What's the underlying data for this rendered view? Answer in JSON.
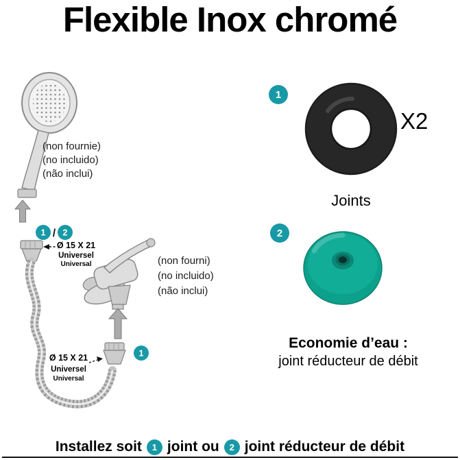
{
  "title": "Flexible Inox chromé",
  "colors": {
    "accent": "#1899a6",
    "washer_black": "#272727",
    "reducer_green": "#0da18c"
  },
  "diagram": {
    "handset_note": [
      "(non fournie)",
      "(no incluido)",
      "(não inclui)"
    ],
    "mixer_note": [
      "(non fourni)",
      "(no incluido)",
      "(não inclui)"
    ],
    "badge_one": "1",
    "badge_separator": "/",
    "badge_two": "2",
    "fitting_top": {
      "size": "Ø 15 X 21",
      "standard_fr": "Universel",
      "standard_en": "Universal"
    },
    "fitting_bottom": {
      "size": "Ø 15 X 21",
      "standard_fr": "Universel",
      "standard_en": "Universal"
    },
    "bottom_badge": "1"
  },
  "parts": {
    "washer": {
      "badge": "1",
      "quantity": "X2",
      "caption": "Joints"
    },
    "reducer": {
      "badge": "2",
      "eco_title": "Economie d’eau :",
      "eco_text": "joint réducteur de débit"
    }
  },
  "footer": {
    "text_start": "Installez soit",
    "badge_one": "1",
    "text_middle": "joint ou",
    "badge_two": "2",
    "text_end": "joint réducteur de débit"
  }
}
